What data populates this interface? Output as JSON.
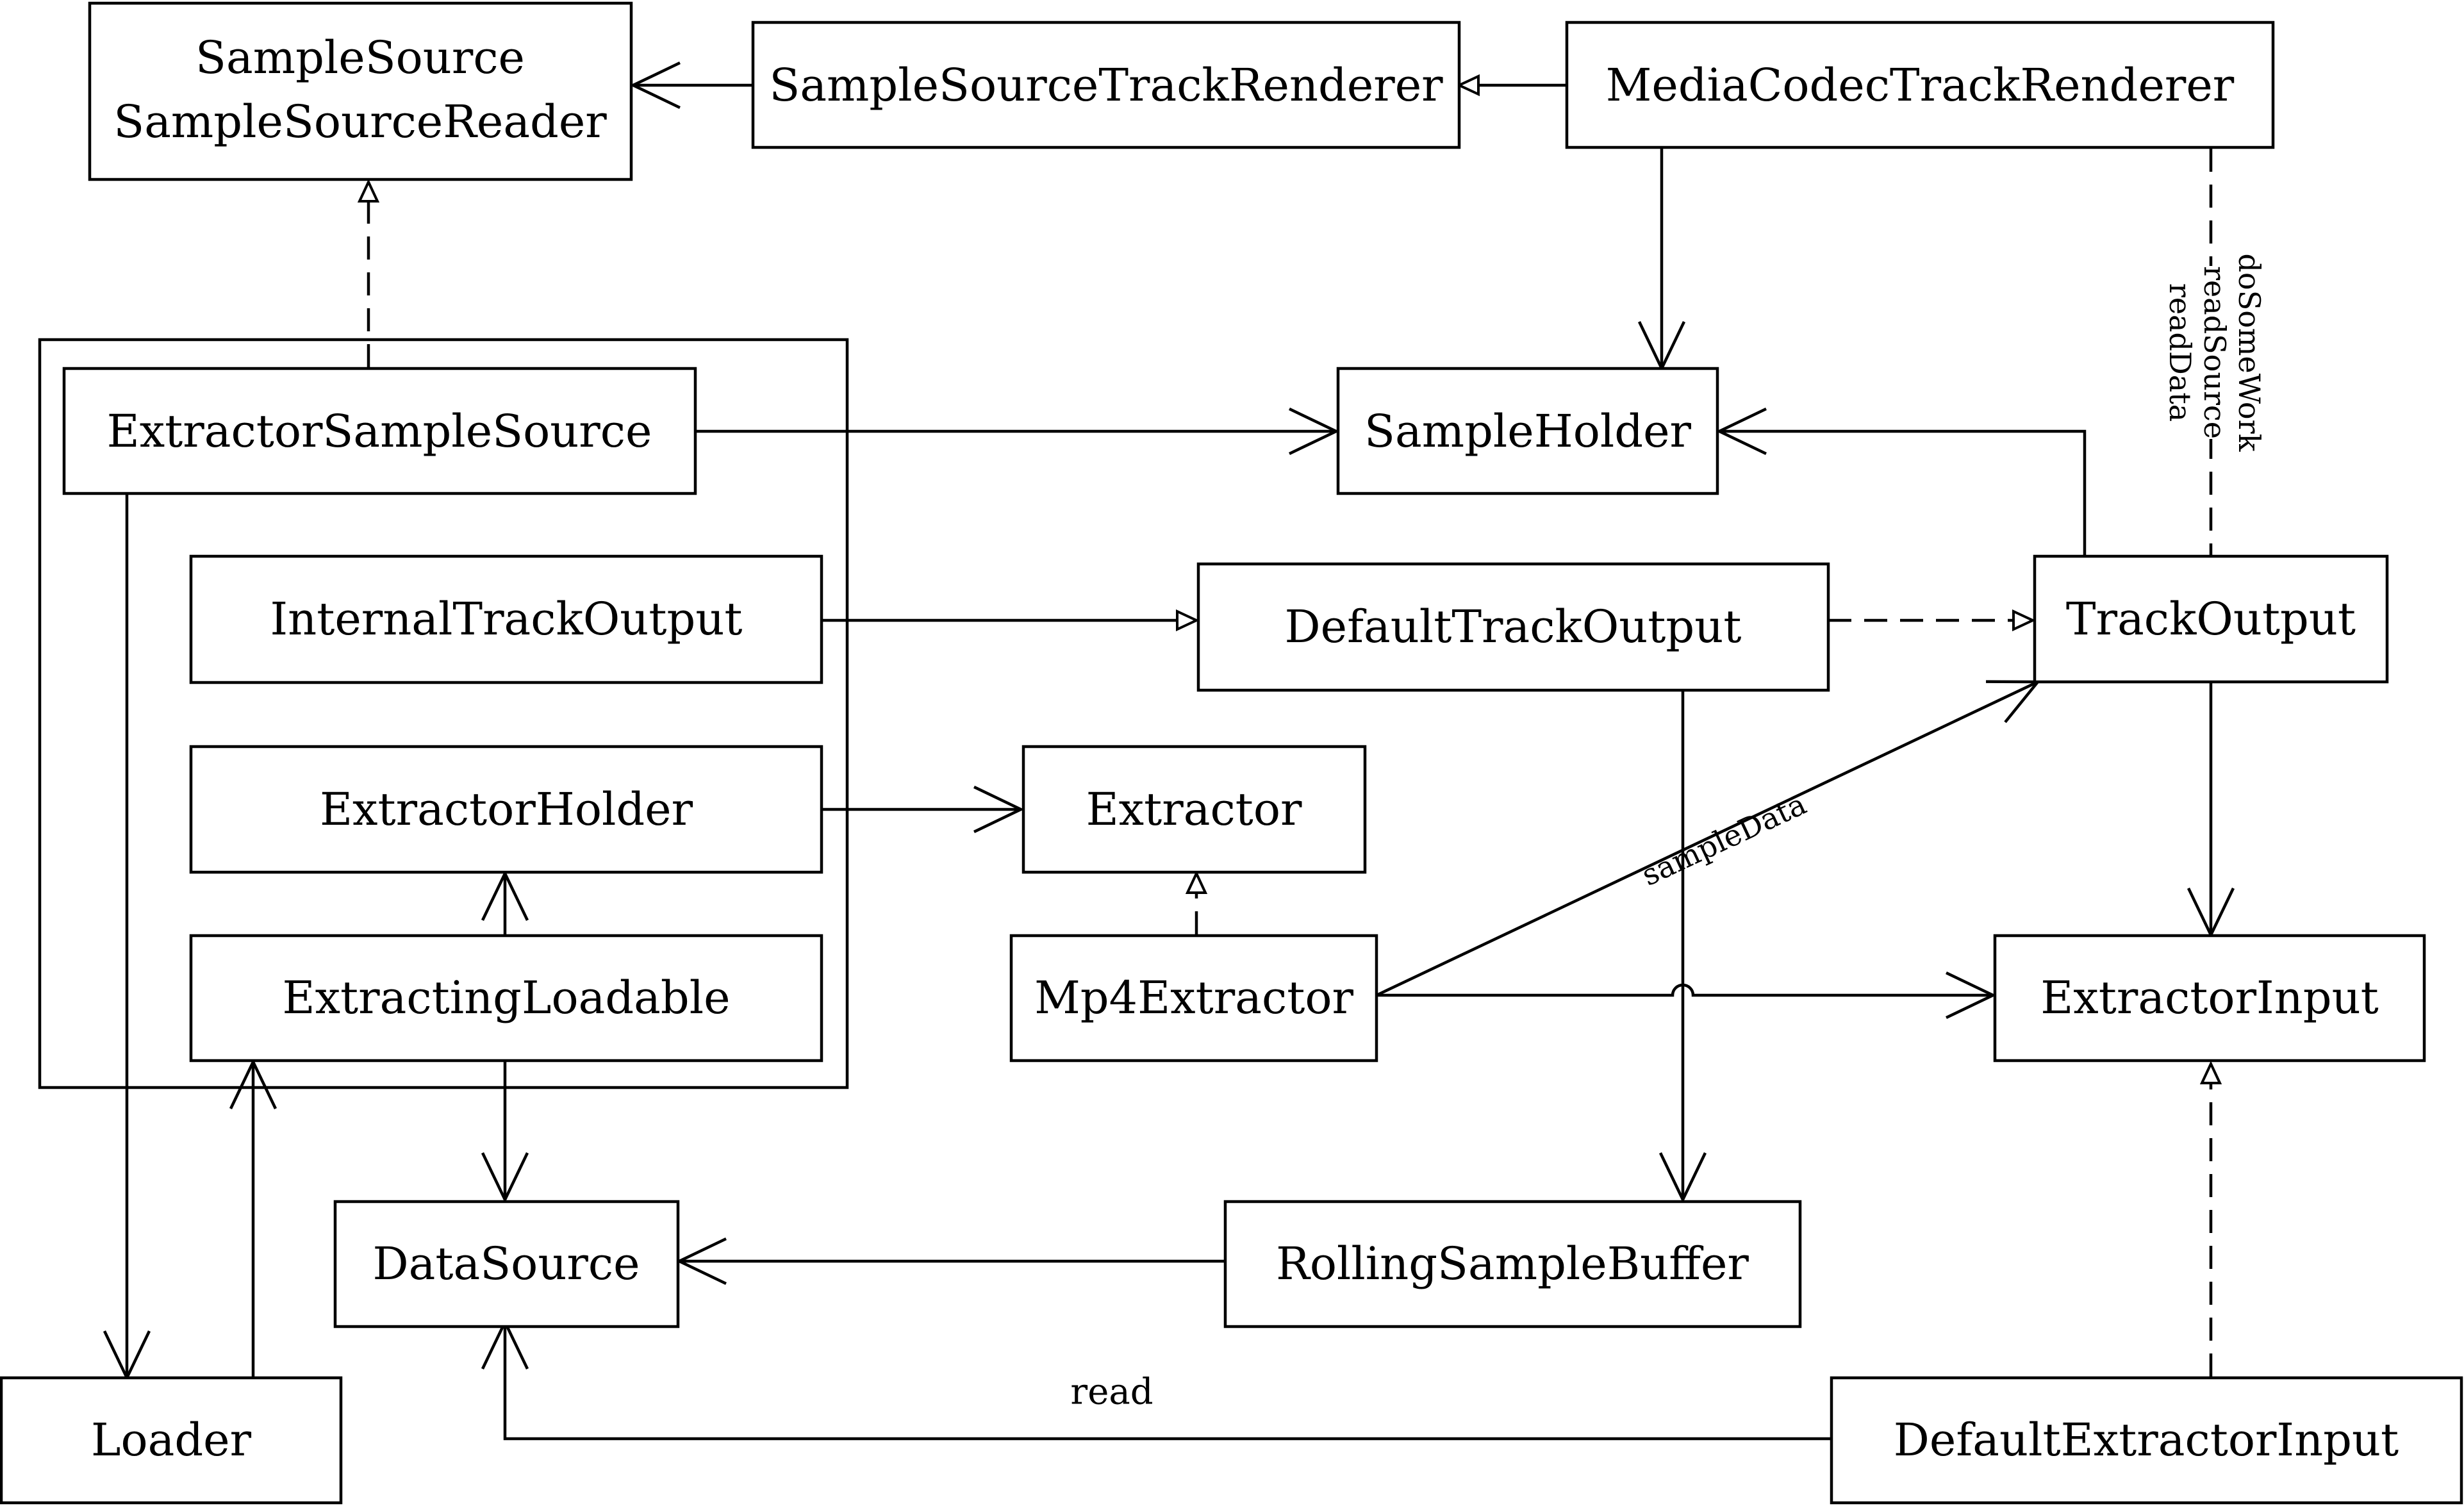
{
  "nodes": {
    "sample_source": {
      "lines": [
        "SampleSource",
        "SampleSourceReader"
      ]
    },
    "sample_source_track_renderer": {
      "label": "SampleSourceTrackRenderer"
    },
    "media_codec_track_renderer": {
      "label": "MediaCodecTrackRenderer"
    },
    "extractor_sample_source": {
      "label": "ExtractorSampleSource"
    },
    "sample_holder": {
      "label": "SampleHolder"
    },
    "internal_track_output": {
      "label": "InternalTrackOutput"
    },
    "default_track_output": {
      "label": "DefaultTrackOutput"
    },
    "track_output": {
      "label": "TrackOutput"
    },
    "extractor_holder": {
      "label": "ExtractorHolder"
    },
    "extractor": {
      "label": "Extractor"
    },
    "extracting_loadable": {
      "label": "ExtractingLoadable"
    },
    "mp4_extractor": {
      "label": "Mp4Extractor"
    },
    "extractor_input": {
      "label": "ExtractorInput"
    },
    "data_source": {
      "label": "DataSource"
    },
    "rolling_sample_buffer": {
      "label": "RollingSampleBuffer"
    },
    "loader": {
      "label": "Loader"
    },
    "default_extractor_input": {
      "label": "DefaultExtractorInput"
    }
  },
  "edge_labels": {
    "sample_data": "sampleData",
    "read": "read",
    "renderer_calls": [
      "doSomeWork",
      "readSource",
      "readData"
    ]
  }
}
